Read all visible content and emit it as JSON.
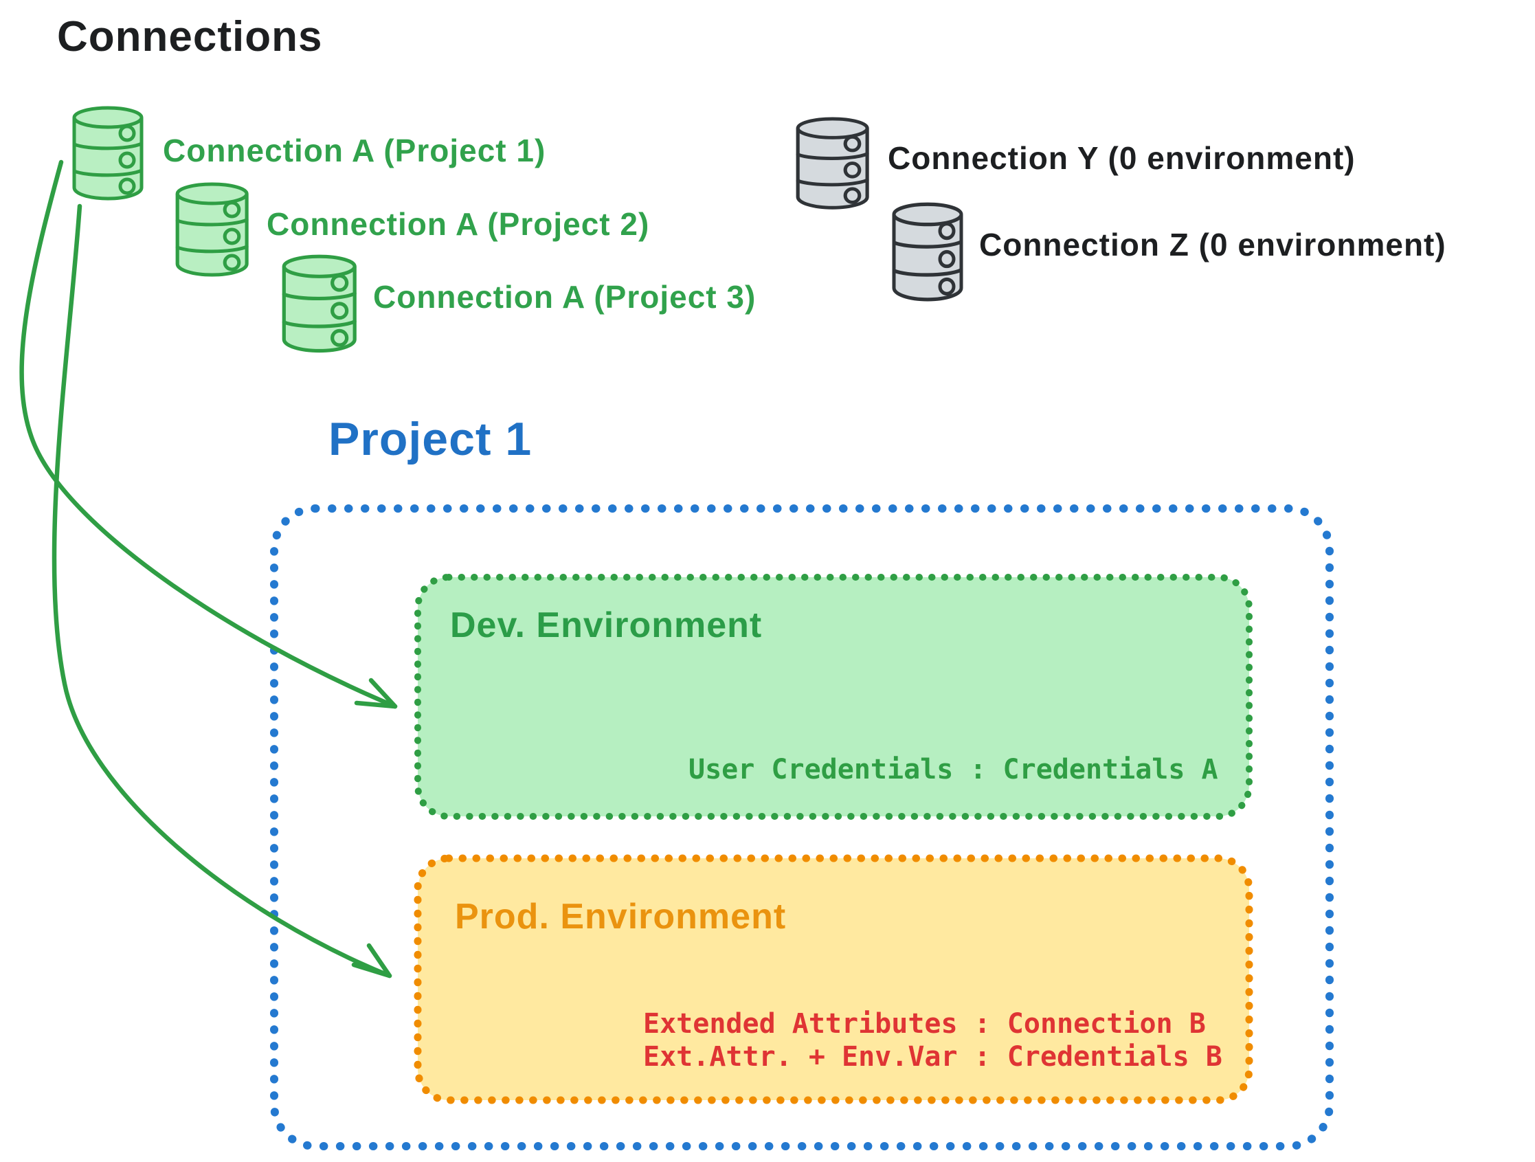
{
  "title": "Connections",
  "connections": {
    "project_scoped": [
      {
        "label": "Connection A (Project 1)"
      },
      {
        "label": "Connection A (Project 2)"
      },
      {
        "label": "Connection A (Project 3)"
      }
    ],
    "unscoped": [
      {
        "label": "Connection Y (0 environment)"
      },
      {
        "label": "Connection Z (0 environment)"
      }
    ]
  },
  "project": {
    "title": "Project 1",
    "environments": [
      {
        "name": "Dev. Environment",
        "mappings": [
          "User Credentials : Credentials A"
        ]
      },
      {
        "name": "Prod. Environment",
        "mappings": [
          "Extended Attributes : Connection B",
          "Ext.Attr. + Env.Var : Credentials B"
        ]
      }
    ]
  },
  "icons": {
    "green_database": "database-icon",
    "gray_database": "database-icon",
    "arrow": "curved-arrow"
  },
  "colors": {
    "text_dark": "#1d1f21",
    "green_stroke": "#2f9e44",
    "green_fill": "#b6efc1",
    "gray_stroke": "#2f3337",
    "gray_fill": "#d5dade",
    "blue": "#2479d0",
    "orange": "#f08c00",
    "yellow_fill": "#ffe9a0",
    "red": "#df3434"
  }
}
